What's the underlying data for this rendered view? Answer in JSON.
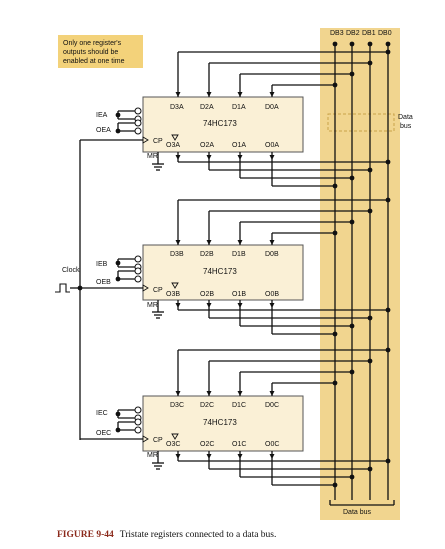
{
  "note": {
    "line1": "Only one register's",
    "line2": "outputs should be",
    "line3": "enabled at one time"
  },
  "bus": {
    "label_top": [
      "DB3",
      "DB2",
      "DB1",
      "DB0"
    ],
    "label_side_1": "Data",
    "label_side_2": "bus",
    "label_bottom": "Data bus"
  },
  "clock_label": "Clock",
  "registers": [
    {
      "chip": "74HC173",
      "inputs": [
        "D3A",
        "D2A",
        "D1A",
        "D0A"
      ],
      "outputs": [
        "O3A",
        "O2A",
        "O1A",
        "O0A"
      ],
      "ie": "IEA",
      "oe": "OEA",
      "cp": "CP",
      "mr": "MR"
    },
    {
      "chip": "74HC173",
      "inputs": [
        "D3B",
        "D2B",
        "D1B",
        "D0B"
      ],
      "outputs": [
        "O3B",
        "O2B",
        "O1B",
        "O0B"
      ],
      "ie": "IEB",
      "oe": "OEB",
      "cp": "CP",
      "mr": "MR"
    },
    {
      "chip": "74HC173",
      "inputs": [
        "D3C",
        "D2C",
        "D1C",
        "D0C"
      ],
      "outputs": [
        "O3C",
        "O2C",
        "O1C",
        "O0C"
      ],
      "ie": "IEC",
      "oe": "OEC",
      "cp": "CP",
      "mr": "MR"
    }
  ],
  "caption": {
    "figure": "FIGURE 9-44",
    "text": "Tristate registers connected to a data bus."
  },
  "colors": {
    "bus_band": "#f1d58f",
    "chip_fill": "#faf0d6",
    "note_fill": "#f3d27a",
    "figure_label": "#8b2a1b"
  }
}
